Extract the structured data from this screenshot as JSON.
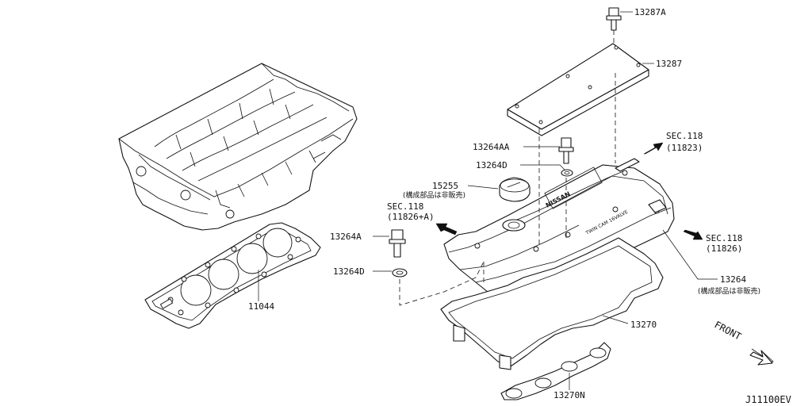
{
  "labels": {
    "p13287A": "13287A",
    "p13287": "13287",
    "sec118a": "SEC.118",
    "sec118a_sub": "(11823)",
    "p13264AA": "13264AA",
    "p13264D_top": "13264D",
    "p15255": "15255",
    "p15255_note": "(構成部品は非販売)",
    "sec118b": "SEC.118",
    "sec118b_sub": "(11826+A)",
    "p13264A": "13264A",
    "p13264D_low": "13264D",
    "sec118c": "SEC.118",
    "sec118c_sub": "(11826)",
    "p13264": "13264",
    "p13264_note": "(構成部品は非販売)",
    "p11044": "11044",
    "p13270": "13270",
    "p13270N": "13270N",
    "front": "FRONT",
    "cover_brand": "NISSAN",
    "cover_text": "TWIN CAM 16VALVE",
    "code": "J11100EV"
  }
}
